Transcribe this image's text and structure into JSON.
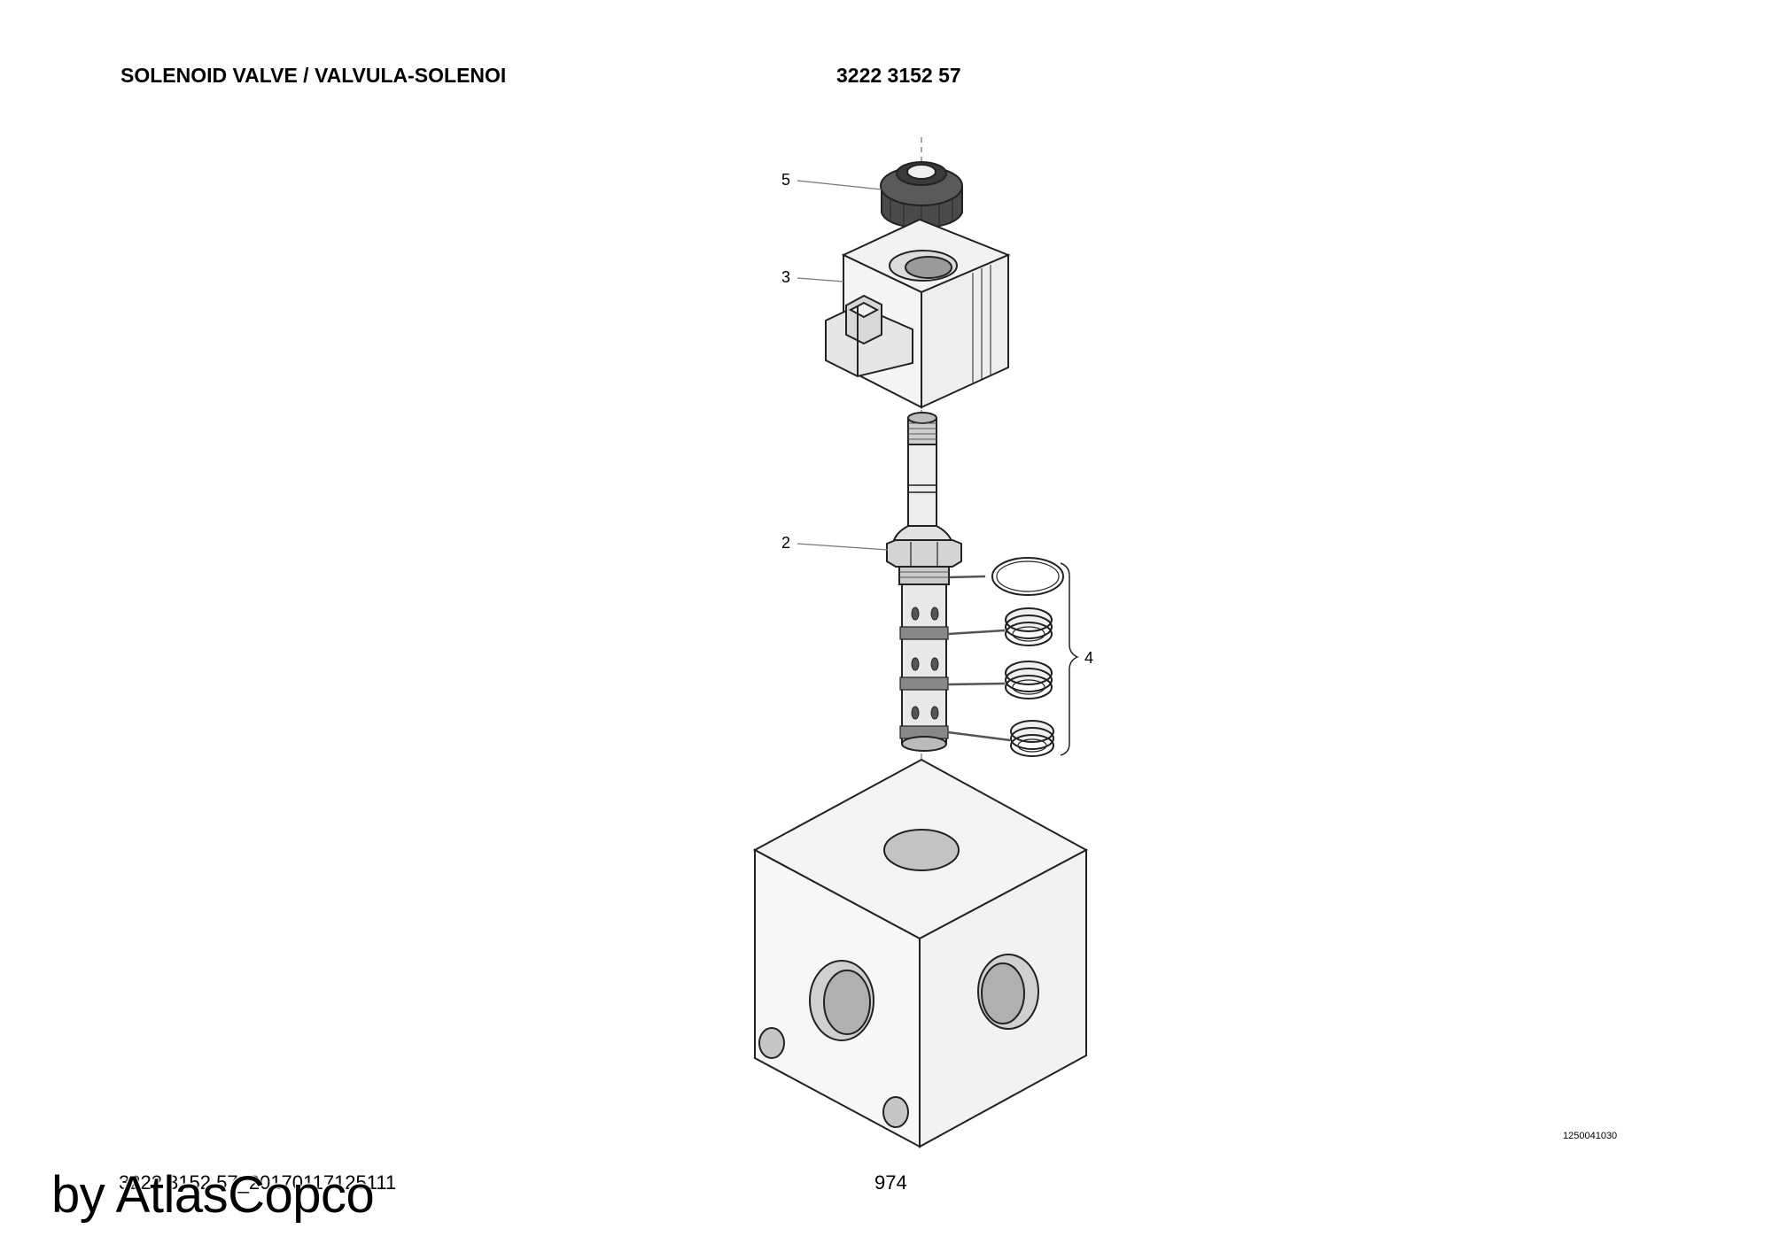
{
  "header": {
    "title": "SOLENOID VALVE / VALVULA-SOLENOI",
    "part_number": "3222 3152 57"
  },
  "callouts": {
    "item5": "5",
    "item3": "3",
    "item2": "2",
    "item4": "4"
  },
  "footer": {
    "drawing_code": "1250041030",
    "document_id": "3222 3152 57_20170117125111",
    "page_number": "974",
    "watermark": "by AtlasCopco"
  },
  "colors": {
    "line": "#222222",
    "body_fill": "#f2f2f2",
    "shade": "#c8c8c8",
    "dark": "#4a4a4a"
  }
}
